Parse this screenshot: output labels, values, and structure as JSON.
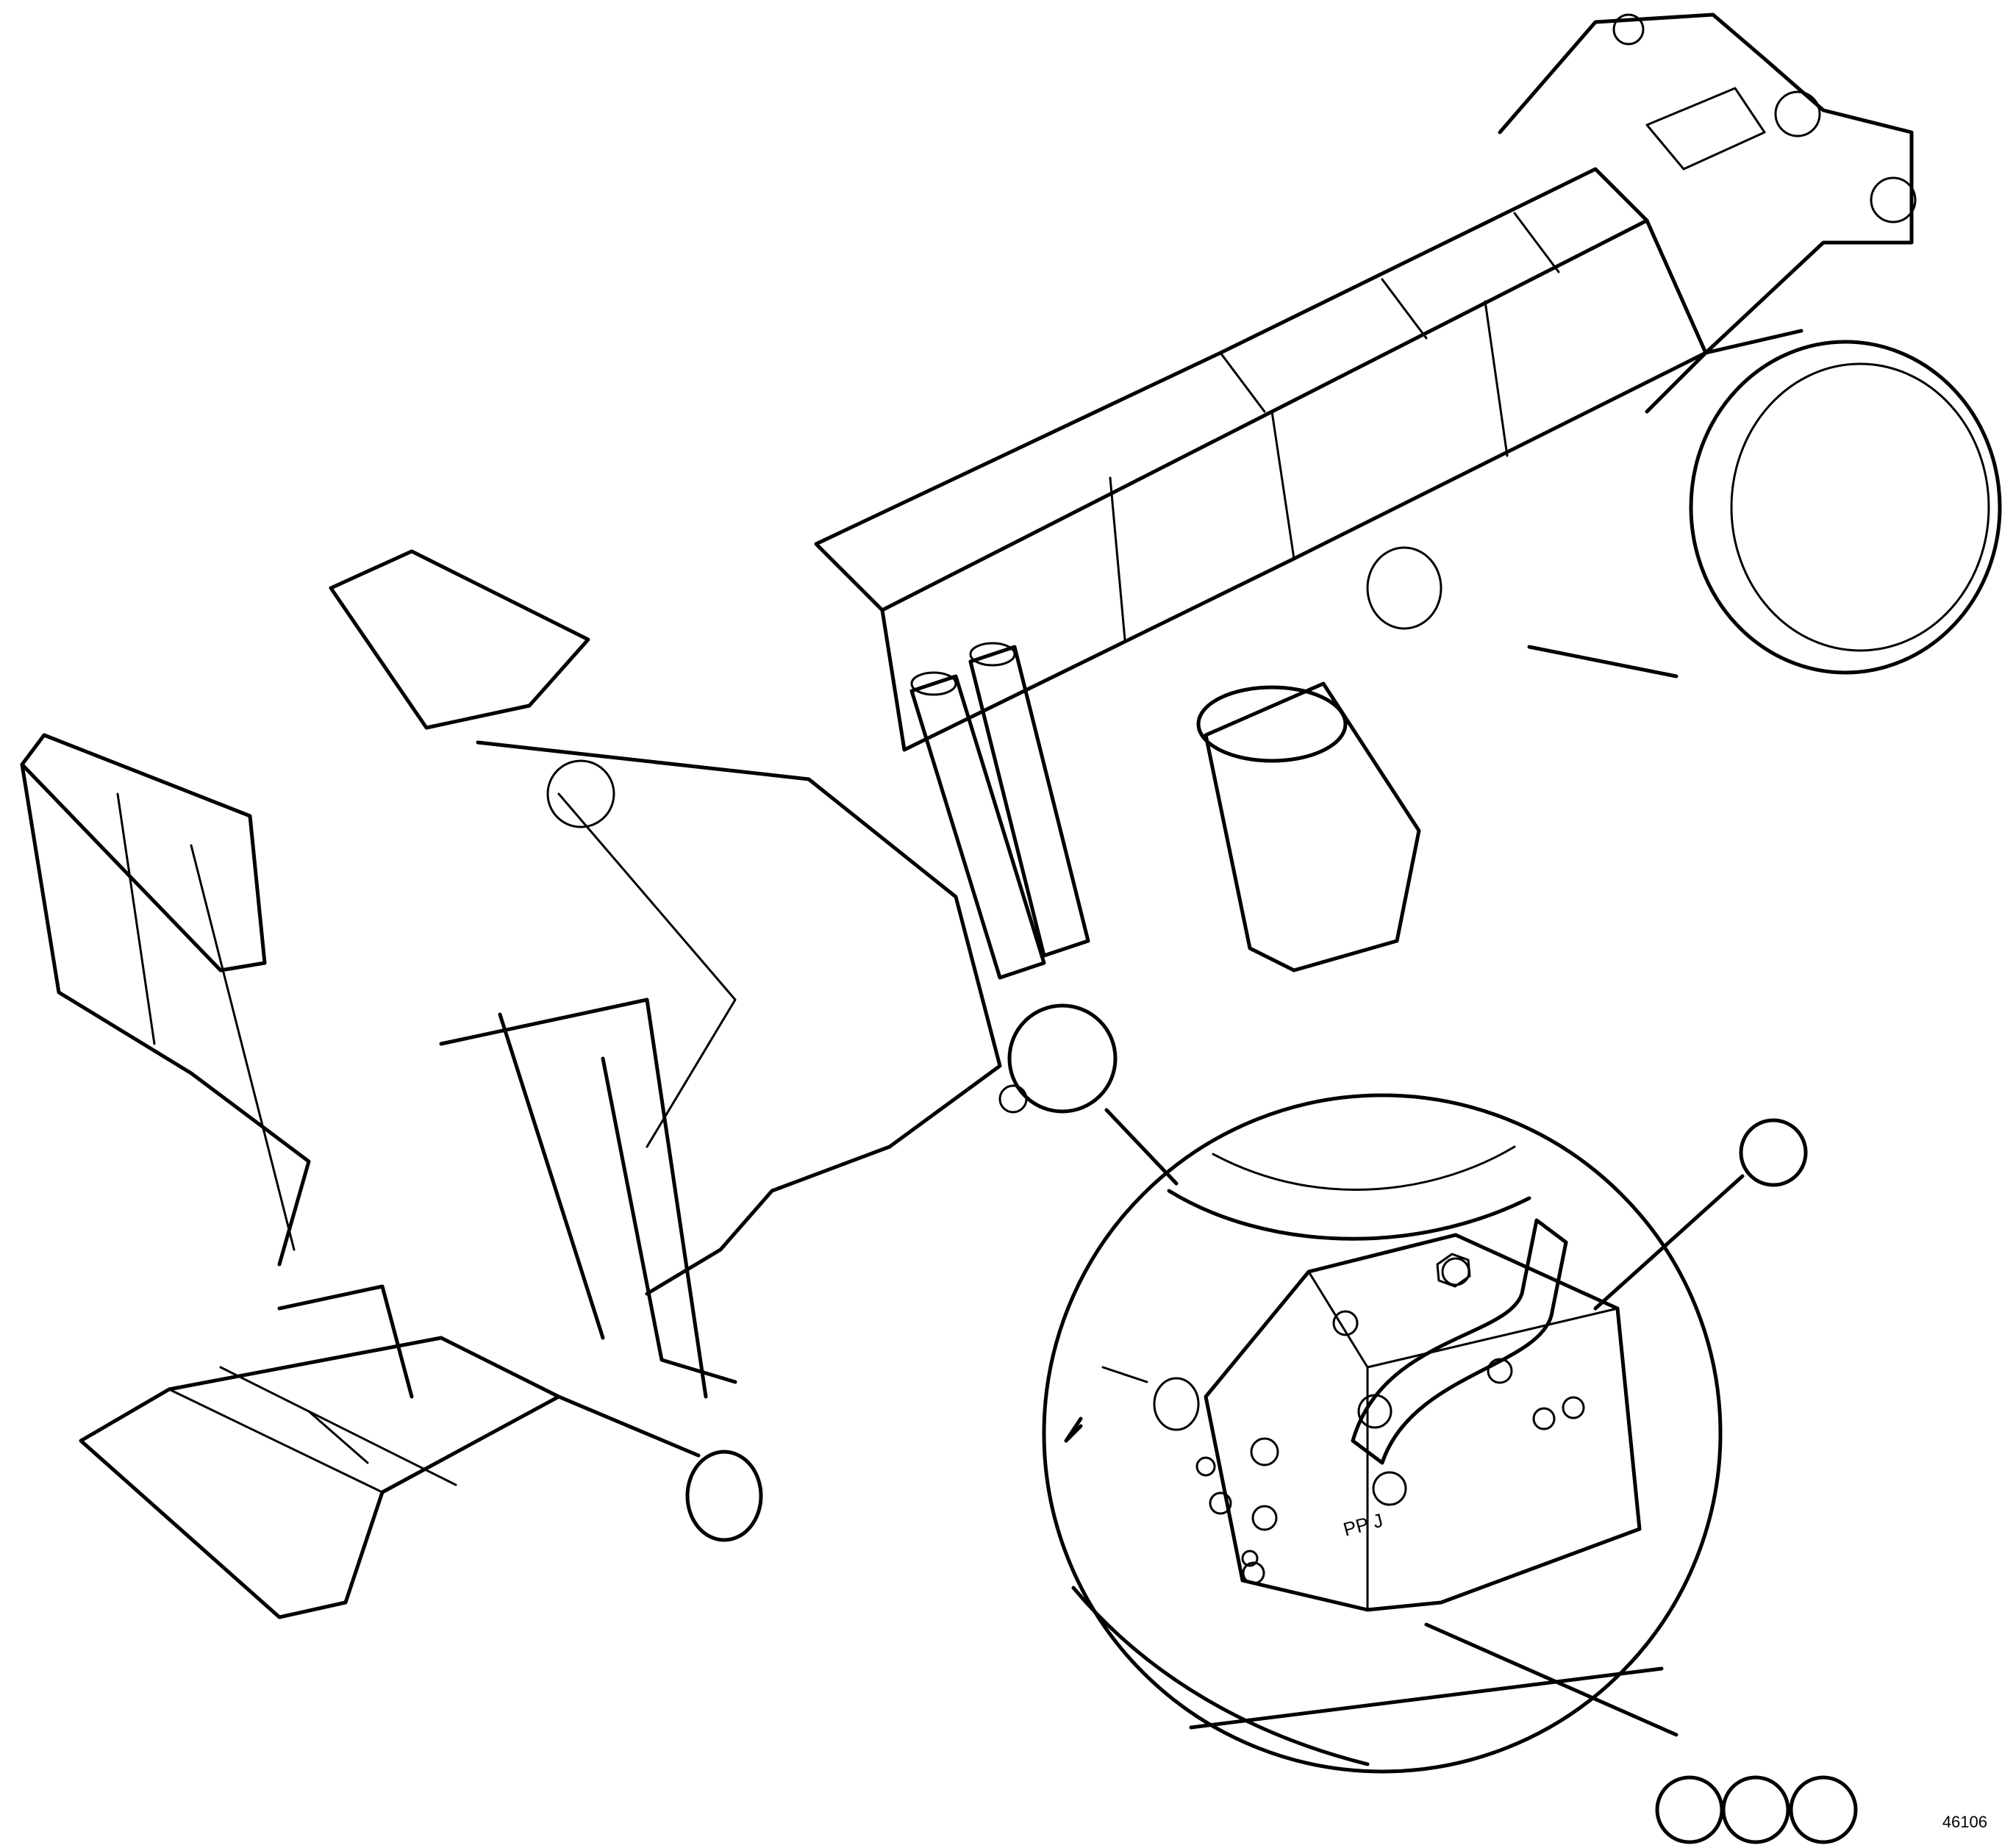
{
  "figure": {
    "id_label": "46106"
  },
  "callouts": [
    {
      "name": "callout-upper",
      "label": ""
    },
    {
      "name": "callout-lower-1",
      "label": ""
    },
    {
      "name": "callout-lower-2",
      "label": ""
    },
    {
      "name": "callout-lower-3",
      "label": ""
    }
  ],
  "detail_marking": "PP J"
}
